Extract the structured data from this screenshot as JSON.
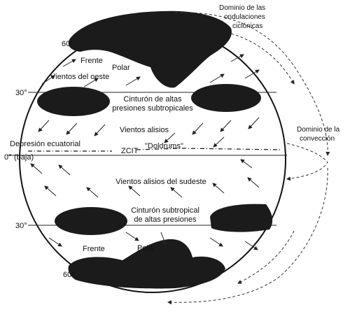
{
  "labels": {
    "cyclonic_domain_line1": "Dominio de las",
    "cyclonic_domain_line2": "ondulaciones",
    "cyclonic_domain_line3": "ciclónicas",
    "convection_domain_line1": "Dominio de la",
    "convection_domain_line2": "convección",
    "lat_60_north": "60°",
    "lat_30_north": "30°",
    "lat_0": "0°",
    "lat_30_south": "30°",
    "lat_60_south": "60°",
    "front_north": "Frente",
    "polar_north": "Polar",
    "westerlies": "Vientos del oeste",
    "subtropical_high_north_line1": "Cinturón de altas",
    "subtropical_high_north_line2": "presiones subtropicales",
    "trade_winds": "Vientos alisios",
    "equatorial_low_line1": "Depresión ecuatorial",
    "equatorial_low_line2": "(baja)",
    "itcz": "ZCIT",
    "doldrums": "\"Doldrums\"",
    "southeast_trades": "Vientos alisios del sudeste",
    "subtropical_high_south_line1": "Cinturón subtropical",
    "subtropical_high_south_line2": "de altas presiones",
    "front_south": "Frente",
    "polar_south": "Polar"
  }
}
